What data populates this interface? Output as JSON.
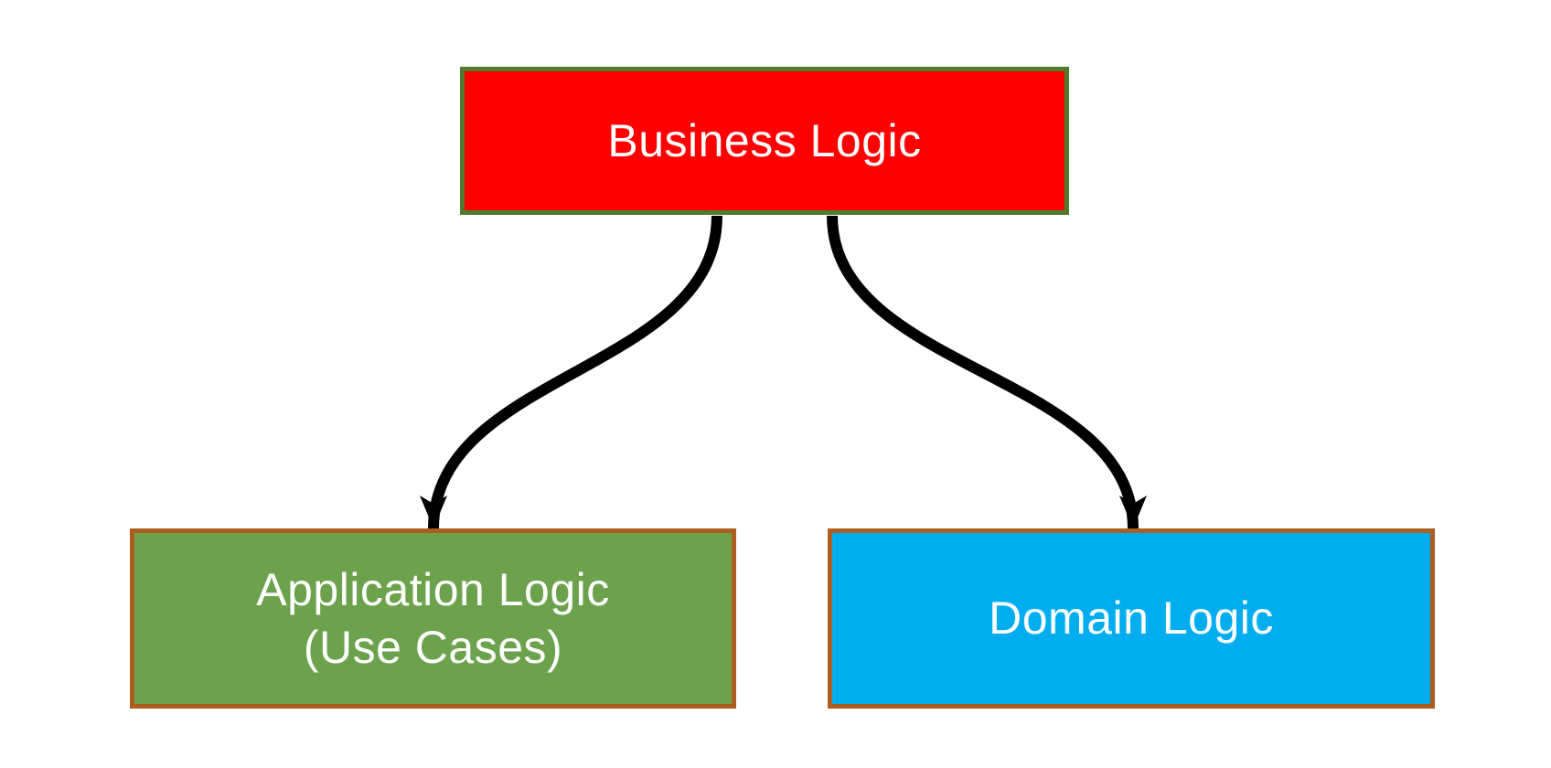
{
  "diagram": {
    "background": "#ffffff",
    "nodes": [
      {
        "id": "business-logic",
        "label": "Business Logic",
        "fill": "#fe0000",
        "border_color": "#4f7b2d",
        "text_color": "#ffffff"
      },
      {
        "id": "application-logic",
        "label": "Application Logic",
        "label_line2": "(Use Cases)",
        "fill": "#6da24c",
        "border_color": "#ac5d20",
        "text_color": "#ffffff"
      },
      {
        "id": "domain-logic",
        "label": "Domain Logic",
        "fill": "#00aeef",
        "border_color": "#ac5d20",
        "text_color": "#ffffff"
      }
    ],
    "connectors": [
      {
        "id": "business-to-application",
        "from": "business-logic",
        "to": "application-logic"
      },
      {
        "id": "business-to-domain",
        "from": "business-logic",
        "to": "domain-logic"
      }
    ],
    "connector_style": {
      "color": "#000000",
      "stroke_width": "12"
    }
  }
}
